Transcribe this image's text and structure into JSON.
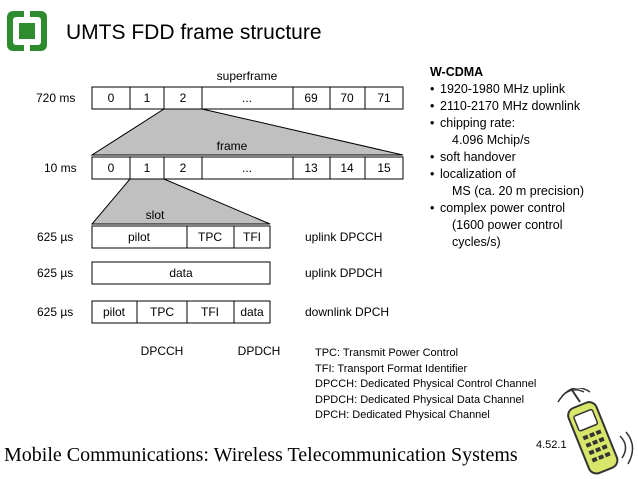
{
  "slide": {
    "title": "UMTS FDD frame structure"
  },
  "diagram": {
    "superframe": {
      "label": "superframe",
      "duration": "720 ms",
      "cells": [
        "0",
        "1",
        "2",
        "...",
        "69",
        "70",
        "71"
      ]
    },
    "frame": {
      "label": "frame",
      "duration": "10 ms",
      "cells": [
        "0",
        "1",
        "2",
        "...",
        "13",
        "14",
        "15"
      ]
    },
    "slot_label": "slot",
    "uplink_dpcch": {
      "duration": "625 µs",
      "label": "uplink DPCCH",
      "fields": [
        "pilot",
        "TPC",
        "TFI"
      ]
    },
    "uplink_dpdch": {
      "duration": "625 µs",
      "label": "uplink DPDCH",
      "fields": [
        "data"
      ]
    },
    "downlink_dpch": {
      "duration": "625 µs",
      "label": "downlink DPCH",
      "fields": [
        "pilot",
        "TPC",
        "TFI",
        "data"
      ]
    },
    "group_labels": [
      "DPCCH",
      "DPDCH"
    ]
  },
  "wcdma": {
    "heading": "W-CDMA",
    "items": [
      "1920-1980 MHz uplink",
      "2110-2170 MHz downlink",
      "chipping rate:",
      "soft handover",
      "localization of",
      "complex power control"
    ],
    "items_cont": [
      "4.096 Mchip/s",
      "MS (ca. 20 m precision)",
      "(1600 power control",
      "cycles/s)"
    ]
  },
  "legend": [
    "TPC: Transmit Power Control",
    "TFI: Transport Format Identifier",
    "DPCCH: Dedicated Physical Control Channel",
    "DPDCH: Dedicated Physical Data Channel",
    "DPCH: Dedicated Physical Channel"
  ],
  "footer": {
    "course": "Mobile Communications: Wireless Telecommunication Systems",
    "page": "4.52.1"
  }
}
